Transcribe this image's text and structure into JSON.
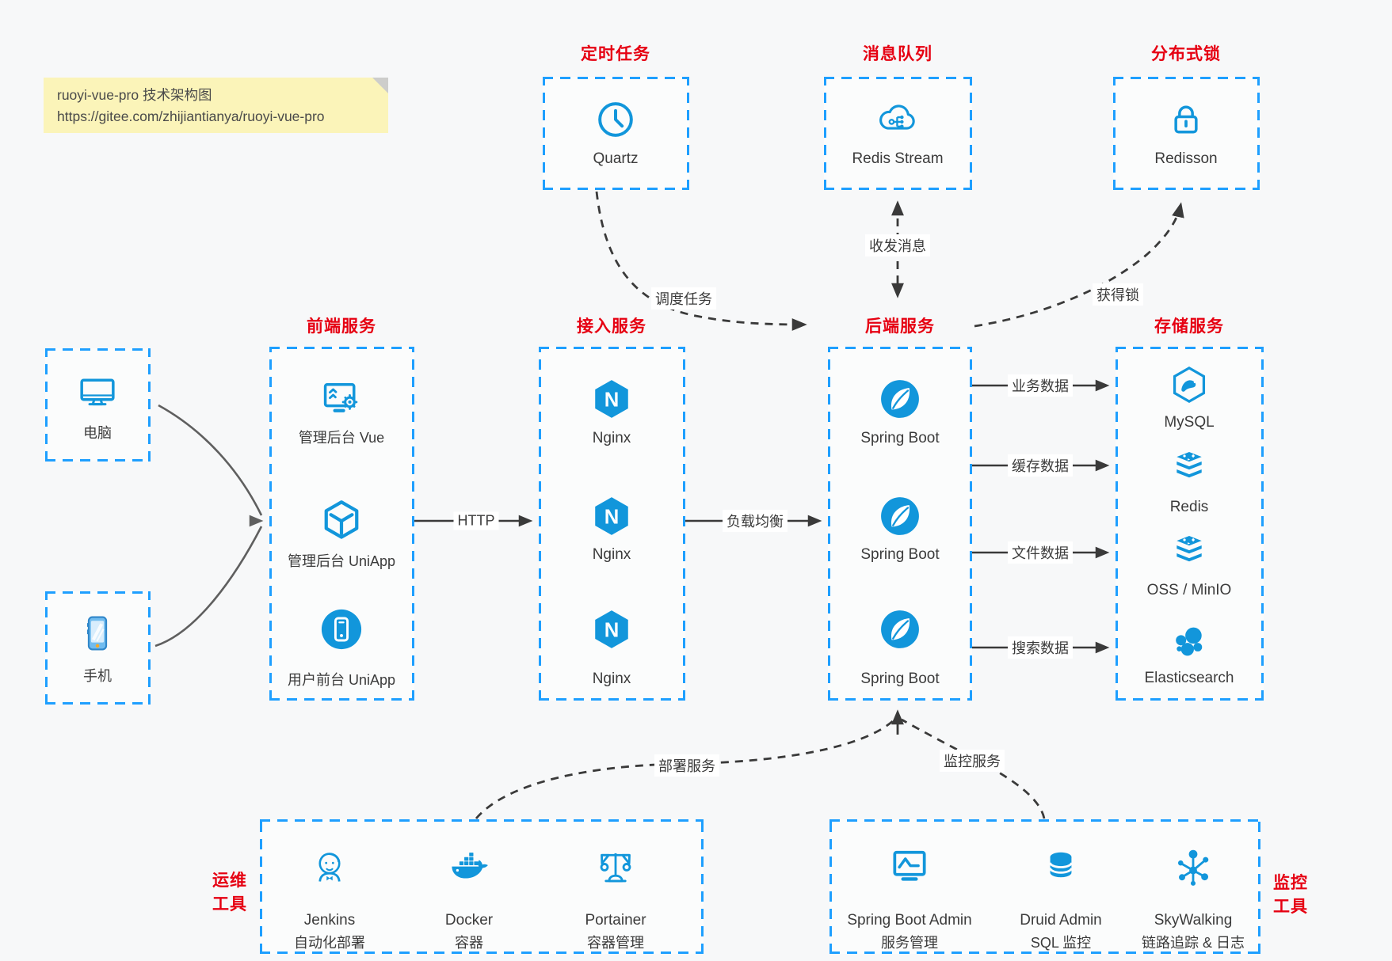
{
  "note": {
    "line1": "ruoyi-vue-pro 技术架构图",
    "line2": "https://gitee.com/zhijiantianya/ruoyi-vue-pro"
  },
  "top_groups": [
    {
      "title": "定时任务",
      "icon": "clock-icon",
      "label": "Quartz"
    },
    {
      "title": "消息队列",
      "icon": "cloud-stream-icon",
      "label": "Redis Stream"
    },
    {
      "title": "分布式锁",
      "icon": "lock-icon",
      "label": "Redisson"
    }
  ],
  "clients": [
    {
      "icon": "desktop-icon",
      "label": "电脑"
    },
    {
      "icon": "phone-icon",
      "label": "手机"
    }
  ],
  "columns": [
    {
      "title": "前端服务",
      "items": [
        {
          "icon": "admin-vue-icon",
          "label": "管理后台 Vue"
        },
        {
          "icon": "uniapp-cube-icon",
          "label": "管理后台 UniApp"
        },
        {
          "icon": "user-uniapp-icon",
          "label": "用户前台 UniApp"
        }
      ]
    },
    {
      "title": "接入服务",
      "items": [
        {
          "icon": "nginx-icon",
          "label": "Nginx"
        },
        {
          "icon": "nginx-icon",
          "label": "Nginx"
        },
        {
          "icon": "nginx-icon",
          "label": "Nginx"
        }
      ]
    },
    {
      "title": "后端服务",
      "items": [
        {
          "icon": "spring-boot-icon",
          "label": "Spring Boot"
        },
        {
          "icon": "spring-boot-icon",
          "label": "Spring Boot"
        },
        {
          "icon": "spring-boot-icon",
          "label": "Spring Boot"
        }
      ]
    },
    {
      "title": "存储服务",
      "items": [
        {
          "icon": "mysql-icon",
          "label": "MySQL"
        },
        {
          "icon": "redis-icon",
          "label": "Redis"
        },
        {
          "icon": "oss-minio-icon",
          "label": "OSS / MinIO"
        },
        {
          "icon": "elasticsearch-icon",
          "label": "Elasticsearch"
        }
      ]
    }
  ],
  "bottom_groups": [
    {
      "side_label_line1": "运维",
      "side_label_line2": "工具",
      "items": [
        {
          "icon": "jenkins-icon",
          "label": "Jenkins",
          "sublabel": "自动化部署"
        },
        {
          "icon": "docker-icon",
          "label": "Docker",
          "sublabel": "容器"
        },
        {
          "icon": "portainer-icon",
          "label": "Portainer",
          "sublabel": "容器管理"
        }
      ]
    },
    {
      "side_label_line1": "监控",
      "side_label_line2": "工具",
      "items": [
        {
          "icon": "spring-boot-admin-icon",
          "label": "Spring Boot Admin",
          "sublabel": "服务管理"
        },
        {
          "icon": "druid-icon",
          "label": "Druid Admin",
          "sublabel": "SQL 监控"
        },
        {
          "icon": "skywalking-icon",
          "label": "SkyWalking",
          "sublabel": "链路追踪 & 日志"
        }
      ]
    }
  ],
  "edge_labels": {
    "http": "HTTP",
    "load_balance": "负载均衡",
    "business_data": "业务数据",
    "cache_data": "缓存数据",
    "file_data": "文件数据",
    "search_data": "搜索数据",
    "schedule_task": "调度任务",
    "send_receive_message": "收发消息",
    "acquire_lock": "获得锁",
    "deploy_service": "部署服务",
    "monitor_service": "监控服务"
  },
  "colors": {
    "icon_blue": "#1296DB",
    "border_blue": "#1E9FFF",
    "title_red": "#E60012",
    "arrow_dark": "#3A3A3A",
    "note_yellow": "#FBF4B9"
  }
}
